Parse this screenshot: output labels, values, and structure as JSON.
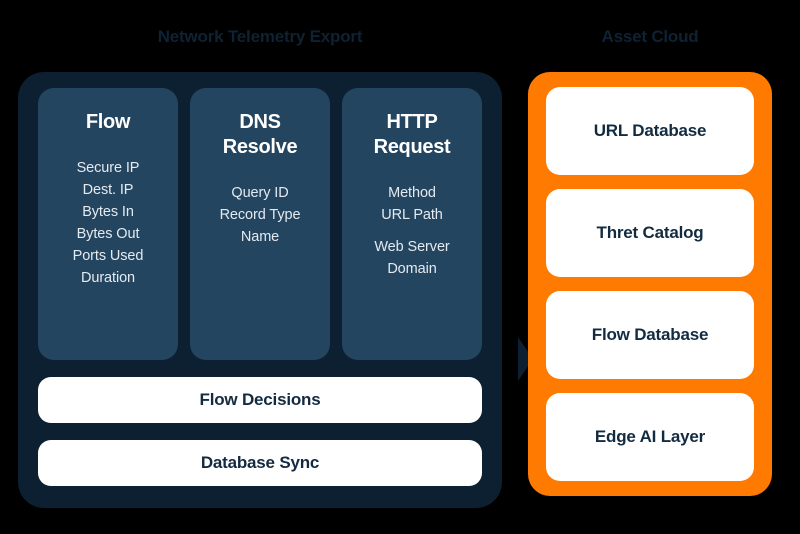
{
  "diagram": {
    "background_color": "#000000",
    "sections": {
      "telemetry": {
        "title": "Network Telemetry Export",
        "panel_color": "#0C2031",
        "card_color": "#24455F",
        "cards": [
          {
            "title": "Flow",
            "fields": [
              "Secure IP",
              "Dest. IP",
              "Bytes In",
              "Bytes Out",
              "Ports Used",
              "Duration"
            ]
          },
          {
            "title": "DNS Resolve",
            "title_line1": "DNS",
            "title_line2": "Resolve",
            "fields": [
              "Query ID",
              "Record Type",
              "Name"
            ]
          },
          {
            "title": "HTTP Request",
            "title_line1": "HTTP",
            "title_line2": "Request",
            "fields": [
              "Method",
              "URL Path",
              "Web Server",
              "Domain"
            ]
          }
        ],
        "pills": [
          {
            "label": "Flow Decisions"
          },
          {
            "label": "Database Sync"
          }
        ],
        "connector": {
          "name": "arrow-right",
          "color": "#0C2031"
        }
      },
      "asset_cloud": {
        "title": "Asset Cloud",
        "panel_color": "#FF7A00",
        "card_color": "#FFFFFF",
        "cards": [
          {
            "label": "URL Database"
          },
          {
            "label": "Thret Catalog"
          },
          {
            "label": "Flow Database"
          },
          {
            "label": "Edge AI Layer"
          }
        ]
      }
    }
  }
}
